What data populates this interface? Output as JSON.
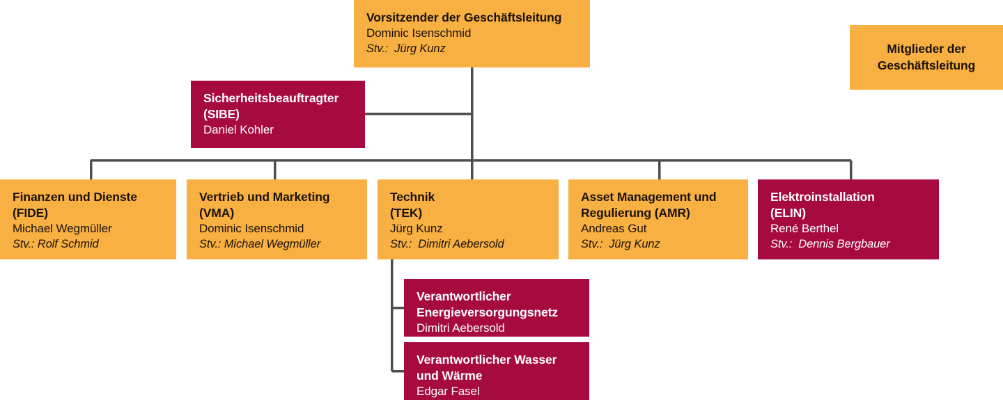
{
  "chart_meta": {
    "type": "org-chart",
    "line_color": "#4d4d4d",
    "colors": {
      "management_member": "#f8b042",
      "other_role": "#a60a3e",
      "text_on_orange": "#1a1208",
      "text_on_crimson": "#ffffff"
    }
  },
  "legend": {
    "label": "Mitglieder der\nGeschäftsleitung"
  },
  "nodes": {
    "ceo": {
      "title": "Vorsitzender der Geschäftsleitung",
      "person": "Dominic Isenschmid",
      "deputy": "Stv.:  Jürg Kunz"
    },
    "sibe": {
      "title": "Sicherheitsbeauftragter\n(SIBE)",
      "person": "Daniel Kohler",
      "deputy": ""
    },
    "fide": {
      "title": "Finanzen und Dienste\n(FIDE)",
      "person": "Michael Wegmüller",
      "deputy": "Stv.: Rolf Schmid"
    },
    "vma": {
      "title": "Vertrieb und Marketing\n(VMA)",
      "person": "Dominic Isenschmid",
      "deputy": "Stv.: Michael Wegmüller"
    },
    "tek": {
      "title": "Technik\n(TEK)",
      "person": "Jürg Kunz",
      "deputy": "Stv.:  Dimitri Aebersold"
    },
    "amr": {
      "title": "Asset Management und\nRegulierung (AMR)",
      "person": "Andreas Gut",
      "deputy": "Stv.:  Jürg Kunz"
    },
    "elin": {
      "title": "Elektroinstallation\n(ELIN)",
      "person": "René Berthel",
      "deputy": "Stv.:  Dennis Bergbauer"
    },
    "energy_net": {
      "title": "Verantwortlicher\n Energieversorgungsnetz",
      "person": "Dimitri Aebersold",
      "deputy": ""
    },
    "water_heat": {
      "title": "Verantwortlicher Wasser\nund Wärme",
      "person": "Edgar Fasel",
      "deputy": ""
    }
  }
}
